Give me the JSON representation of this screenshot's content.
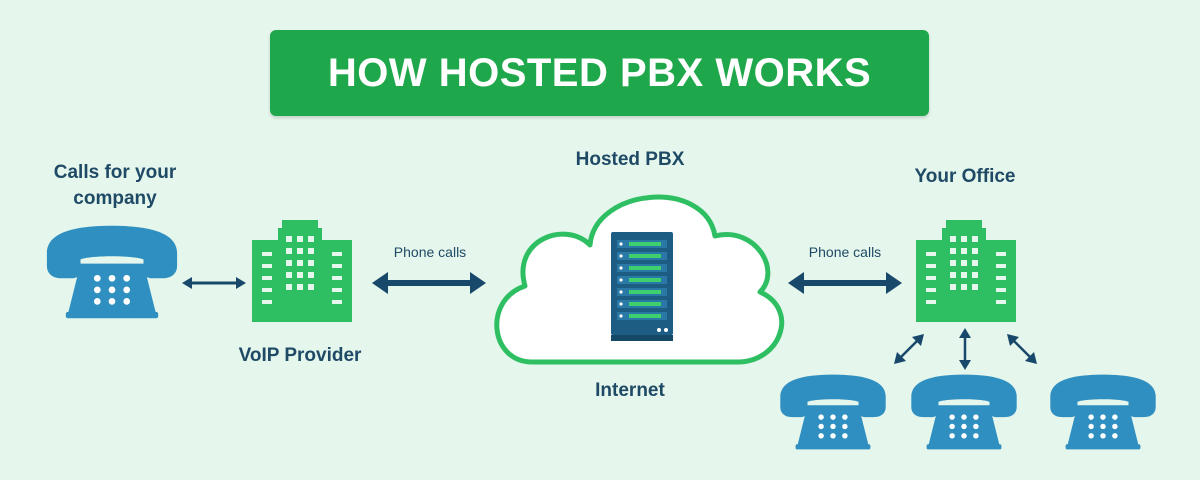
{
  "title": "HOW HOSTED PBX WORKS",
  "labels": {
    "calls_line1": "Calls for your",
    "calls_line2": "company",
    "voip_provider": "VoIP Provider",
    "hosted_pbx": "Hosted PBX",
    "internet": "Internet",
    "your_office": "Your Office",
    "phone_calls_left": "Phone calls",
    "phone_calls_right": "Phone calls"
  },
  "colors": {
    "background": "#e5f6ec",
    "banner": "#1fa84b",
    "building": "#2fbf63",
    "phone": "#2f8fc0",
    "arrow": "#18496a",
    "label": "#1f4a66",
    "cloud_outline": "#2fbf63",
    "server": "#1e5d83",
    "server_led": "#3ecf6e"
  },
  "icons": [
    "telephone-icon",
    "office-building-icon",
    "cloud-icon",
    "server-rack-icon",
    "double-arrow-icon"
  ]
}
